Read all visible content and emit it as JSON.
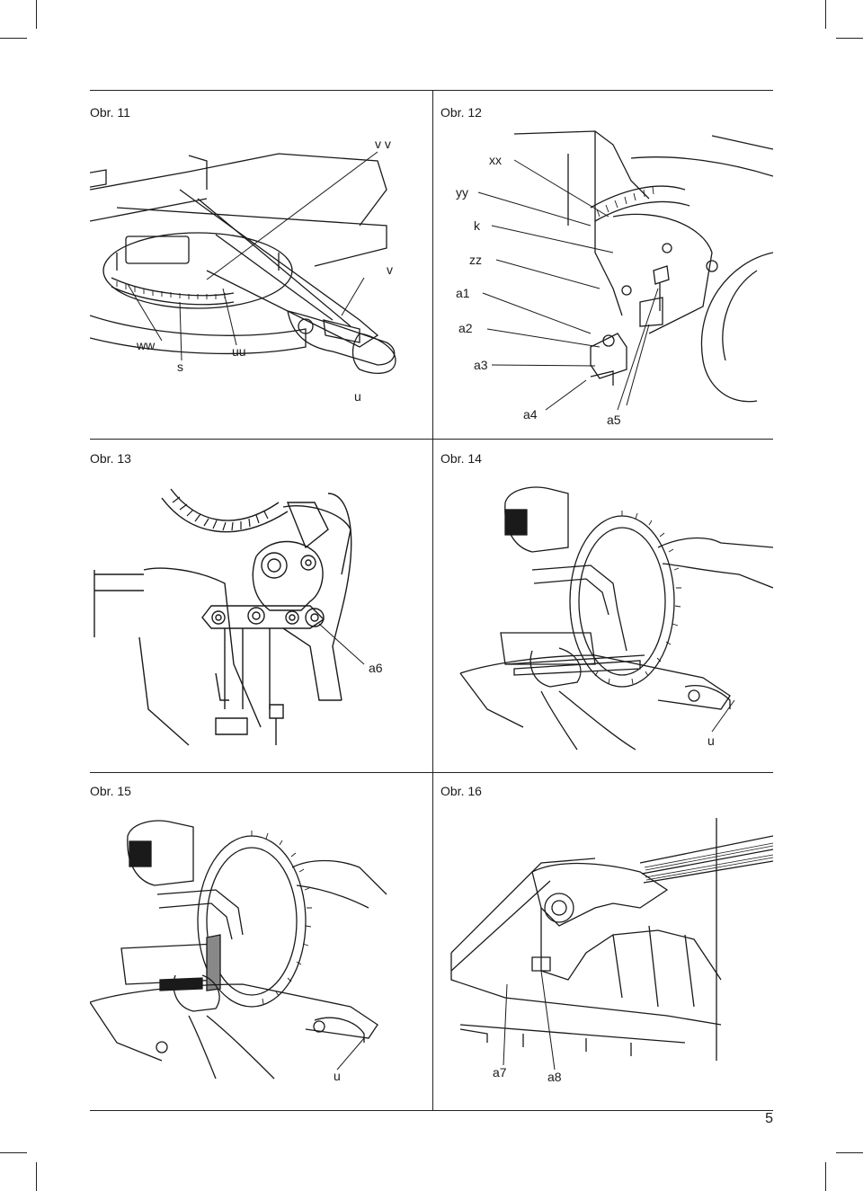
{
  "figures": [
    {
      "title": "Obr. 11",
      "labels": [
        "v v",
        "v",
        "ww",
        "s",
        "uu",
        "u"
      ]
    },
    {
      "title": "Obr. 12",
      "labels": [
        "xx",
        "yy",
        "k",
        "zz",
        "a1",
        "a2",
        "a3",
        "a4",
        "a5"
      ]
    },
    {
      "title": "Obr. 13",
      "labels": [
        "a6"
      ]
    },
    {
      "title": "Obr. 14",
      "labels": [
        "u"
      ]
    },
    {
      "title": "Obr. 15",
      "labels": [
        "u"
      ]
    },
    {
      "title": "Obr. 16",
      "labels": [
        "a7",
        "a8"
      ]
    }
  ],
  "page_number": "5"
}
